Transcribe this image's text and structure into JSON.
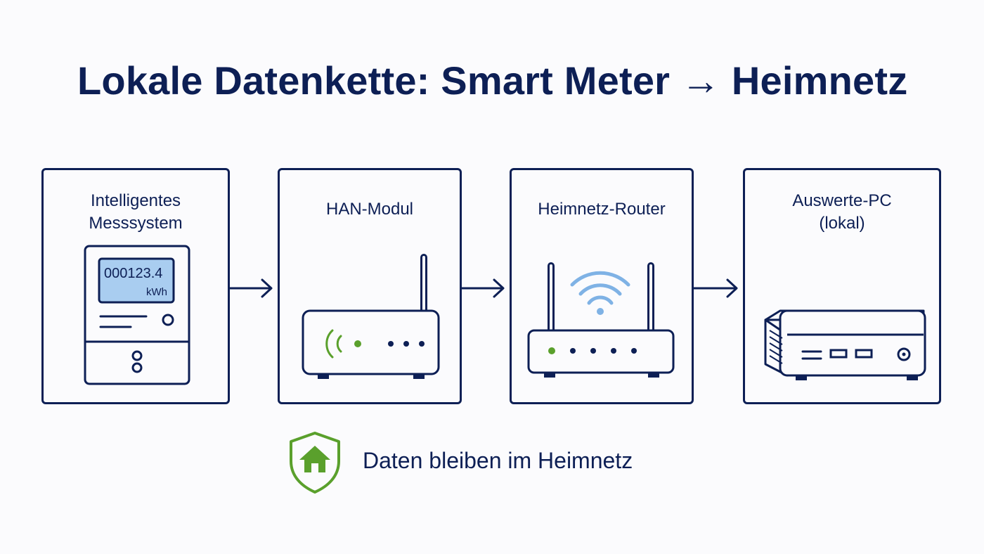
{
  "title": "Lokale Datenkette: Smart Meter → Heimnetz",
  "cards": [
    {
      "label": "Intelligentes\nMesssystem",
      "display_value": "000123.4",
      "display_unit": "kWh",
      "icon": "smart-meter-icon"
    },
    {
      "label": "HAN-Modul",
      "icon": "han-module-icon"
    },
    {
      "label": "Heimnetz-Router",
      "icon": "router-icon"
    },
    {
      "label": "Auswerte-PC\n(lokal)",
      "icon": "mini-pc-icon"
    }
  ],
  "footer": {
    "text": "Daten bleiben im Heimnetz",
    "icon": "shield-home-icon"
  },
  "colors": {
    "primary": "#0d1f55",
    "accent_green": "#5aa02c",
    "wifi_blue": "#7fb2e5",
    "display_blue": "#a9cdf0"
  }
}
